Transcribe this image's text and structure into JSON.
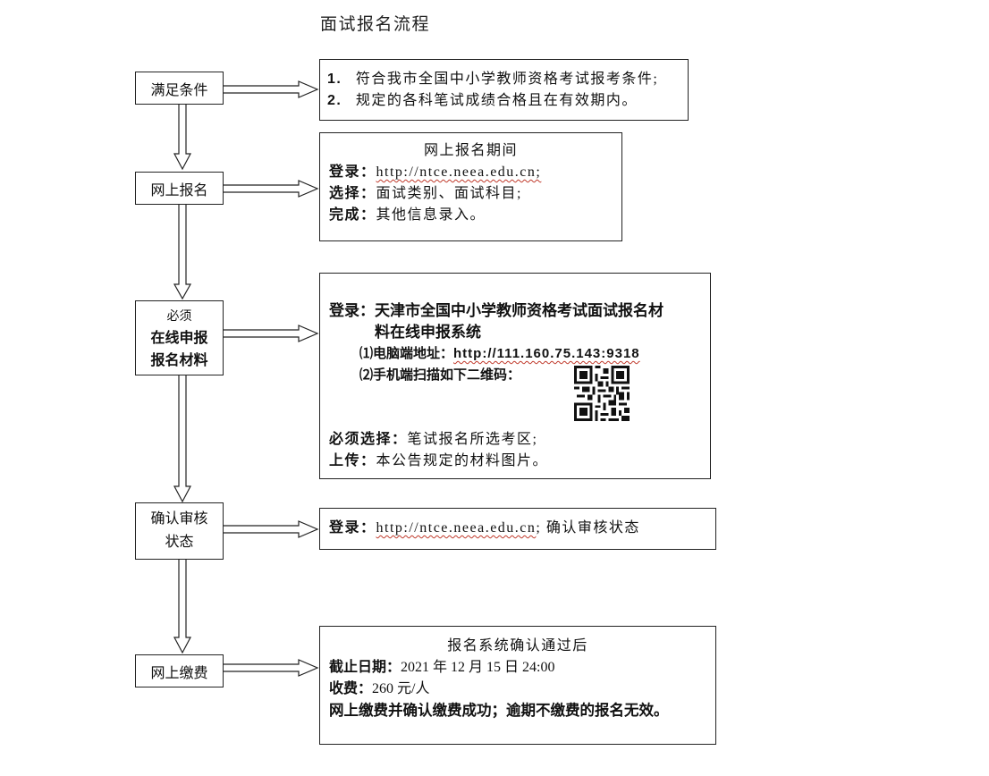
{
  "title": "面试报名流程",
  "steps": {
    "s1": "满足条件",
    "s2": "网上报名",
    "s3_small": "必须",
    "s3_line1": "在线申报",
    "s3_line2": "报名材料",
    "s4_line1": "确认审核",
    "s4_line2": "状态",
    "s5": "网上缴费"
  },
  "box1": {
    "item1_num": "1.",
    "item1_text": "符合我市全国中小学教师资格考试报考条件;",
    "item2_num": "2.",
    "item2_text": "规定的各科笔试成绩合格且在有效期内。"
  },
  "box2": {
    "heading": "网上报名期间",
    "login_label": "登录：",
    "login_url": "http://ntce.neea.edu.cn;",
    "select_label": "选择：",
    "select_text": "面试类别、面试科目;",
    "complete_label": "完成：",
    "complete_text": "其他信息录入。"
  },
  "box3": {
    "login_label": "登录：",
    "system_line1": "天津市全国中小学教师资格考试面试报名材",
    "system_line2": "料在线申报系统",
    "pc_label": "⑴电脑端地址：",
    "pc_url": "http://111.160.75.143:9318",
    "mobile_label": "⑵手机端扫描如下二维码：",
    "must_label": "必须选择：",
    "must_text": "笔试报名所选考区;",
    "upload_label": "上传：",
    "upload_text": "本公告规定的材料图片。"
  },
  "box4": {
    "login_label": "登录：",
    "url": "http://ntce.neea.edu.cn",
    "tail": "; 确认审核状态"
  },
  "box5": {
    "heading": "报名系统确认通过后",
    "deadline_label": "截止日期：",
    "deadline_text": "2021 年 12 月 15 日 24:00",
    "fee_label": "收费：",
    "fee_text": "260 元/人",
    "note": "网上缴费并确认缴费成功；逾期不缴费的报名无效。"
  }
}
